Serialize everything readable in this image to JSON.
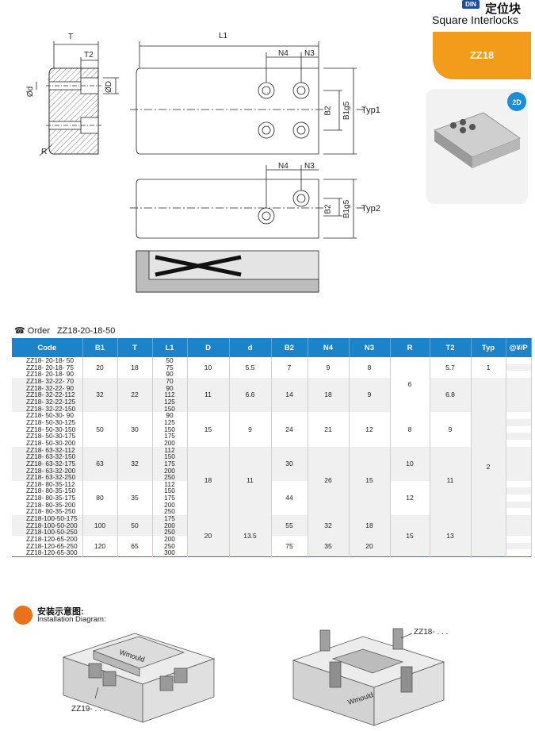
{
  "header": {
    "din_badge": "DIN",
    "title_cn": "定位块",
    "title_en": "Square Interlocks",
    "model": "ZZ18",
    "photo_badge": "2D"
  },
  "drawing": {
    "t_label": "T",
    "t2_label": "T2",
    "l1_label": "L1",
    "n4_label": "N4",
    "n3_label": "N3",
    "od_label": "Ød",
    "oD_label": "ØD",
    "r_label": "R",
    "b2_label": "B2",
    "b1_label": "B1g5",
    "typ1_label": "Typ1",
    "typ2_label": "Typ2"
  },
  "order": {
    "label": "Order",
    "example": "ZZ18-20-18-50"
  },
  "table": {
    "headers": [
      "Code",
      "B1",
      "T",
      "L1",
      "D",
      "d",
      "B2",
      "N4",
      "N3",
      "R",
      "T2",
      "Typ",
      "@¥/P"
    ],
    "codes": [
      "ZZ18- 20-18- 50",
      "ZZ18- 20-18- 75",
      "ZZ18- 20-18- 90",
      "ZZ18- 32-22- 70",
      "ZZ18- 32-22- 90",
      "ZZ18- 32-22-112",
      "ZZ18- 32-22-125",
      "ZZ18- 32-22-150",
      "ZZ18- 50-30- 90",
      "ZZ18- 50-30-125",
      "ZZ18- 50-30-150",
      "ZZ18- 50-30-175",
      "ZZ18- 50-30-200",
      "ZZ18- 63-32-112",
      "ZZ18- 63-32-150",
      "ZZ18- 63-32-175",
      "ZZ18- 63-32-200",
      "ZZ18- 63-32-250",
      "ZZ18- 80-35-112",
      "ZZ18- 80-35-150",
      "ZZ18- 80-35-175",
      "ZZ18- 80-35-200",
      "ZZ18- 80-35-250",
      "ZZ18-100-50-175",
      "ZZ18-100-50-200",
      "ZZ18-100-50-250",
      "ZZ18-120-65-200",
      "ZZ18-120-65-250",
      "ZZ18-120-65-300"
    ],
    "l1": [
      "50",
      "75",
      "90",
      "70",
      "90",
      "112",
      "125",
      "150",
      "90",
      "125",
      "150",
      "175",
      "200",
      "112",
      "150",
      "175",
      "200",
      "250",
      "112",
      "150",
      "175",
      "200",
      "250",
      "175",
      "200",
      "250",
      "200",
      "250",
      "300"
    ],
    "b1": [
      "20",
      "32",
      "50",
      "63",
      "80",
      "100",
      "120"
    ],
    "t": [
      "18",
      "22",
      "30",
      "32",
      "35",
      "50",
      "65"
    ],
    "D": [
      "10",
      "11",
      "15",
      "18",
      "20"
    ],
    "d": [
      "5.5",
      "6.6",
      "9",
      "11",
      "13.5"
    ],
    "B2": [
      "7",
      "14",
      "24",
      "30",
      "44",
      "55",
      "75"
    ],
    "N4": [
      "9",
      "18",
      "21",
      "26",
      "32",
      "35"
    ],
    "N3": [
      "8",
      "9",
      "12",
      "15",
      "18",
      "20"
    ],
    "R": [
      "6",
      "8",
      "10",
      "12",
      "15"
    ],
    "T2": [
      "5.7",
      "6.8",
      "9",
      "11",
      "13"
    ],
    "Typ": [
      "1",
      "2"
    ]
  },
  "installation": {
    "title_cn": "安装示意图:",
    "title_en": "Installation Diagram:",
    "brand1": "Wmould",
    "brand2": "Wmould",
    "left_caption": "ZZ19- . . .",
    "right_caption": "ZZ18- . . ."
  }
}
